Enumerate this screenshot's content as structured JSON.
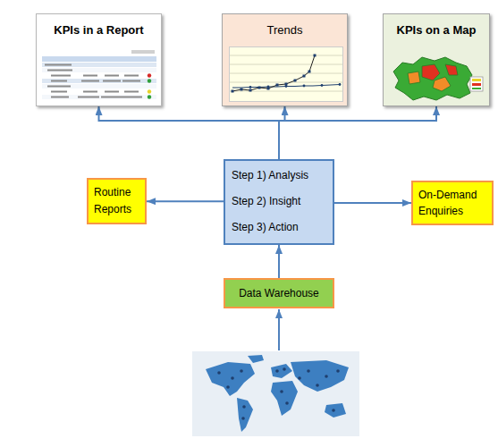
{
  "diagram": {
    "nodes": [
      {
        "text": [
          "KPIs in a Report"
        ]
      },
      {
        "text": [
          "Trends"
        ]
      },
      {
        "text": [
          "KPIs on a Map"
        ]
      },
      {
        "text": [
          "Routine Reports"
        ]
      },
      {
        "text": [
          "Step 1) Analysis",
          "Step 2) Insight",
          "Step 3) Action"
        ]
      },
      {
        "text": [
          "On-Demand Enquiries"
        ]
      },
      {
        "text": [
          "Data Warehouse"
        ]
      }
    ],
    "edges": [
      {
        "from": 6,
        "to": 4,
        "arrow": "to"
      },
      {
        "from": 4,
        "to": 3,
        "arrow": "to"
      },
      {
        "from": 4,
        "to": 5,
        "arrow": "to"
      },
      {
        "from": 4,
        "to": 0,
        "arrow": "to"
      },
      {
        "from": 4,
        "to": 1,
        "arrow": "to"
      },
      {
        "from": 4,
        "to": 2,
        "arrow": "to"
      }
    ]
  }
}
